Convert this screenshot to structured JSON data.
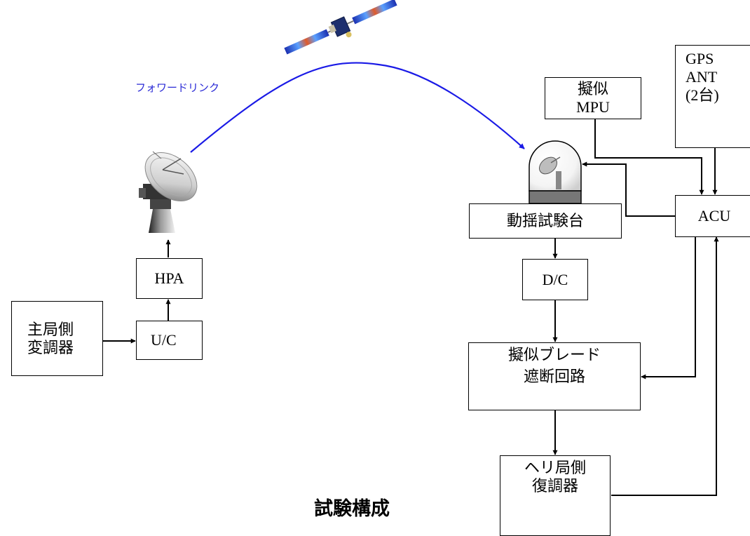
{
  "forward_link_label": "フォワードリンク",
  "figure_title": "試験構成",
  "blocks": {
    "modulator": [
      "主局側",
      "変調器"
    ],
    "uc": "U/C",
    "hpa": "HPA",
    "mpu": [
      "擬似",
      "MPU"
    ],
    "gps": [
      "GPS",
      "ANT",
      "(2台)"
    ],
    "acu": "ACU",
    "motion_table": "動揺試験台",
    "dc": "D/C",
    "blade": [
      "擬似ブレード",
      "遮断回路"
    ],
    "demodulator": [
      "ヘリ局側",
      "復調器"
    ]
  },
  "icons": {
    "satellite": "satellite-icon",
    "ground_antenna": "parabolic-dish-antenna-icon",
    "radome_antenna": "radome-antenna-icon"
  },
  "colors": {
    "forward_link": "#1a1ae6",
    "line": "#000000",
    "radome_base": "#777777"
  }
}
